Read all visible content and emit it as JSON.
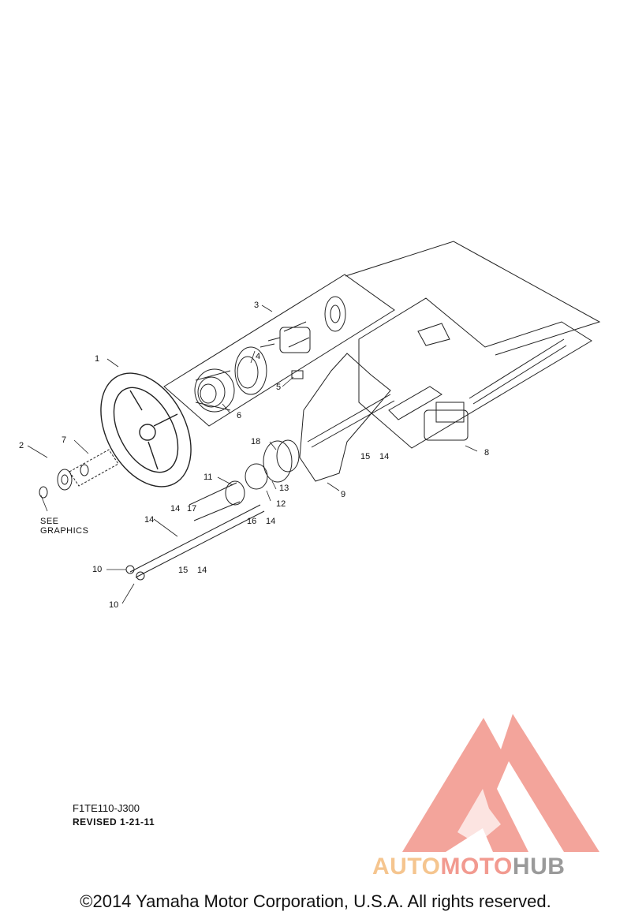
{
  "callouts": {
    "c1": "1",
    "c2": "2",
    "c3": "3",
    "c4": "4",
    "c5": "5",
    "c6": "6",
    "c7": "7",
    "c8": "8",
    "c9": "9",
    "c10a": "10",
    "c10b": "10",
    "c11": "11",
    "c12": "12",
    "c13": "13",
    "c14a": "14",
    "c14b": "14",
    "c14c": "14",
    "c14d": "14",
    "c14e": "14",
    "c15a": "15",
    "c15b": "15",
    "c16": "16",
    "c17": "17",
    "c18": "18"
  },
  "see_graphics": {
    "line1": "SEE",
    "line2": "GRAPHICS"
  },
  "part_code": "F1TE110-J300",
  "revised": "REVISED 1-21-11",
  "watermark": {
    "auto": "AUTO",
    "moto": "MOTO",
    "hub": "HUB"
  },
  "copyright": "©2014 Yamaha Motor Corporation, U.S.A. All rights reserved.",
  "colors": {
    "ink": "#111111",
    "watermark_red": "#f29a90",
    "watermark_orange": "#f5c58f",
    "watermark_gray": "#9a9a9a"
  }
}
